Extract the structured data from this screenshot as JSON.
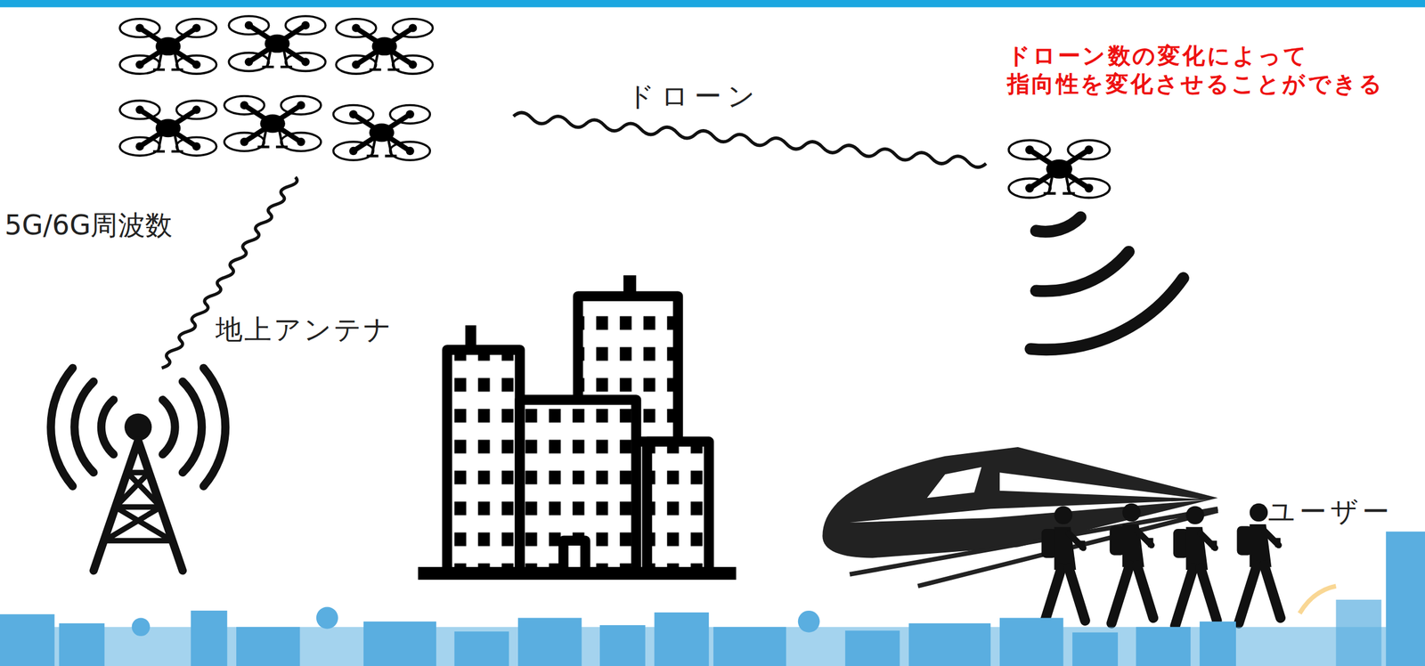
{
  "diagram": {
    "labels": [
      "ドローン数の変化によって 指向性を変化させることができる",
      "ドローン",
      "5G/6G周波数",
      "地上アンテナ",
      "ユーザー"
    ]
  }
}
